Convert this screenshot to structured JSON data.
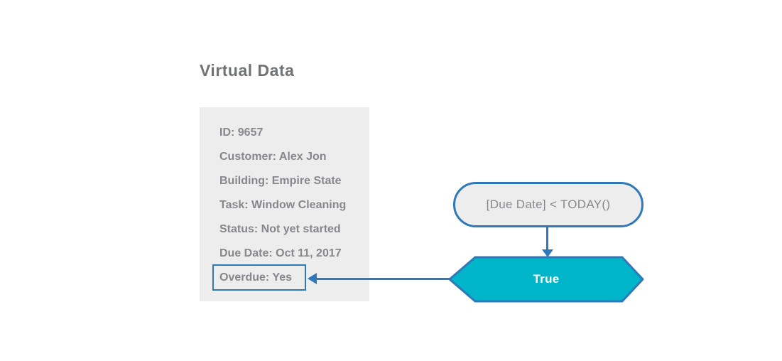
{
  "title": "Virtual Data",
  "panel": {
    "fields": [
      "ID: 9657",
      "Customer: Alex Jon",
      "Building: Empire State",
      "Task: Window Cleaning",
      "Status: Not yet started",
      "Due Date: Oct 11, 2017",
      "Overdue: Yes"
    ]
  },
  "diagram": {
    "condition_label": "[Due Date] < TODAY()",
    "result_label": "True"
  },
  "colors": {
    "accent_blue": "#2f78ba",
    "result_node_fill": "#00b5c8",
    "panel_background": "#ededee",
    "text_gray": "#87888c",
    "title_gray": "#717276"
  }
}
